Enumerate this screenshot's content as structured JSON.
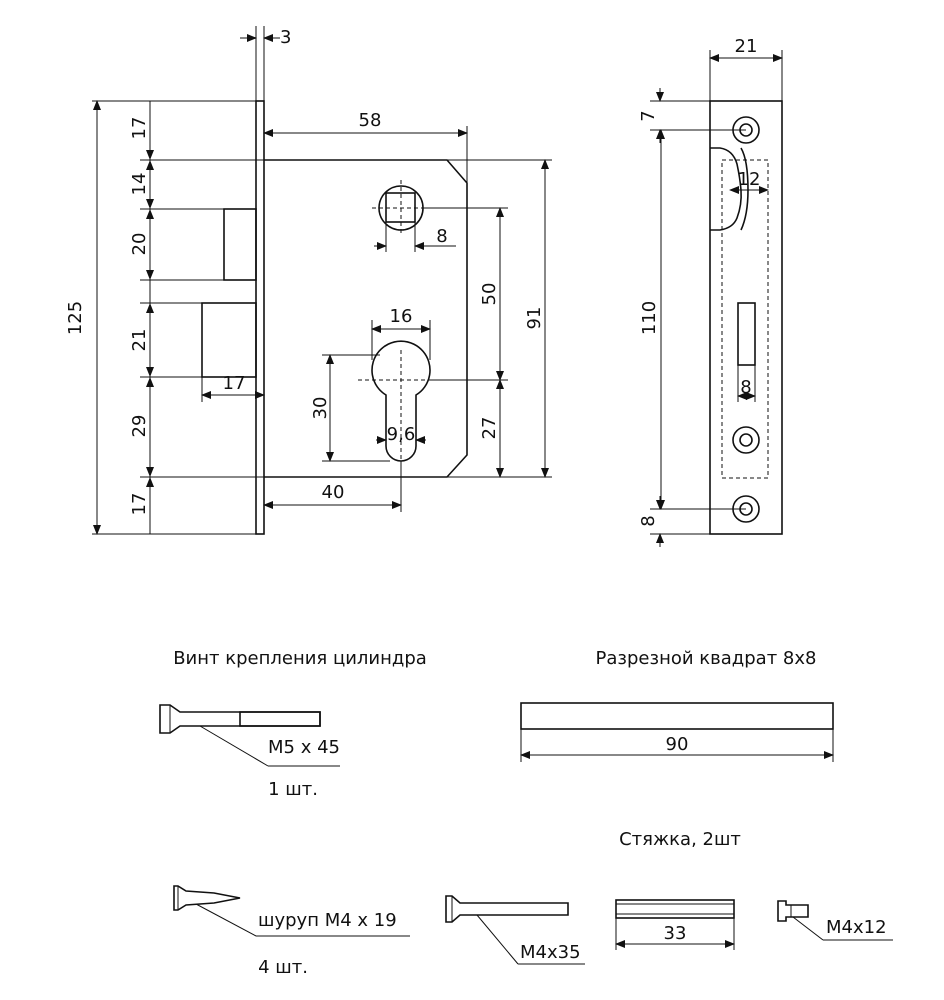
{
  "front_view": {
    "dims": {
      "plate_thickness": "3",
      "backset_top": "58",
      "total_height": "125",
      "seg_top": "17",
      "seg_14": "14",
      "seg_20": "20",
      "seg_21": "21",
      "seg_29": "29",
      "seg_bottom": "17",
      "bolt_projection": "17",
      "square_size": "8",
      "cylinder_width": "16",
      "cylinder_height": "30",
      "cylinder_pin": "9,6",
      "backset": "40",
      "center_distance": "50",
      "body_height": "91",
      "cyl_to_bottom": "27"
    }
  },
  "side_view": {
    "dims": {
      "width": "21",
      "top_screw": "7",
      "slot_width": "12",
      "screw_spacing": "110",
      "latch_width": "8",
      "bottom_screw": "8"
    }
  },
  "accessories": {
    "cylinder_screw": {
      "title": "Винт крепления цилиндра",
      "size": "М5 х 45",
      "qty": "1 шт."
    },
    "square": {
      "title": "Разрезной квадрат 8х8",
      "length": "90"
    },
    "wood_screw": {
      "size": "шуруп М4 х 19",
      "qty": "4 шт."
    },
    "tie": {
      "title": "Стяжка, 2шт",
      "bolt": "М4х35",
      "sleeve_length": "33",
      "nut": "М4х12"
    }
  }
}
